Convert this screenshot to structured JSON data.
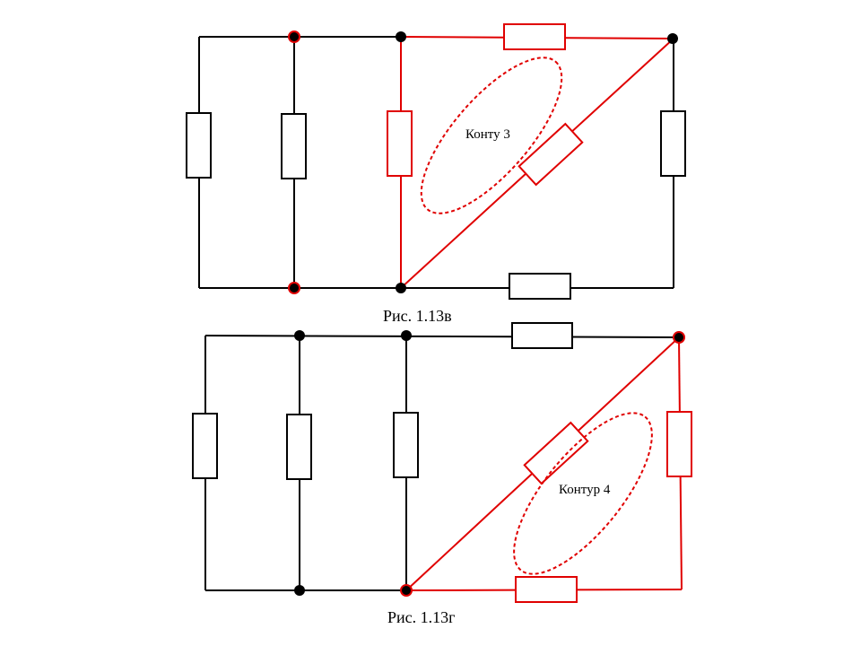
{
  "colors": {
    "highlight": "#e00000",
    "wire": "#000000",
    "background": "#ffffff"
  },
  "diagram_top": {
    "caption": "Рис. 1.13в",
    "loop_label": "Конту 3"
  },
  "diagram_bottom": {
    "caption": "Рис. 1.13г",
    "loop_label": "Контур 4"
  }
}
